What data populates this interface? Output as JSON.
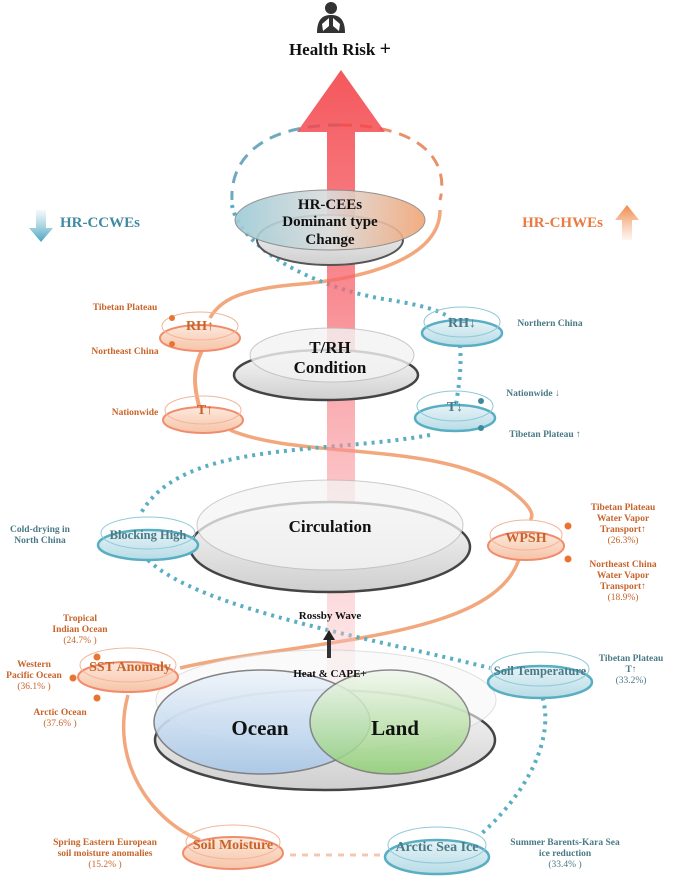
{
  "colors": {
    "warm": "#f0a070",
    "warm_dark": "#e0784a",
    "warm_text": "#c8642a",
    "cool": "#5aaec4",
    "cool_text": "#4a7a86",
    "arrow_red": "#f23a3f",
    "disk_grey": "#d8d8d8"
  },
  "header": {
    "icon": "person-lungs-icon",
    "title": "Health Risk",
    "plus": "+"
  },
  "top_level": {
    "center": [
      "HR-CEEs",
      "Dominant type",
      "Change"
    ],
    "left_label": "HR-CCWEs",
    "left_arrow": "down",
    "right_label": "HR-CHWEs",
    "right_arrow": "up"
  },
  "trh_level": {
    "center": [
      "T/RH",
      "Condition"
    ],
    "warm_nodes": [
      {
        "label": "RH↑",
        "notes": [
          "Tibetan Plateau",
          "Northeast China"
        ]
      },
      {
        "label": "T↑",
        "notes": [
          "Nationwide"
        ]
      }
    ],
    "cool_nodes": [
      {
        "label": "RH↓",
        "notes": [
          "Northern China"
        ]
      },
      {
        "label": "T↓",
        "notes": [
          "Nationwide ↓",
          "Tibetan Plateau ↑"
        ]
      }
    ]
  },
  "circulation_level": {
    "center": "Circulation",
    "cool_node": {
      "label": "Blocking High",
      "note": [
        "Cold-drying in",
        "North China"
      ]
    },
    "warm_node": {
      "label": "WPSH",
      "notes": [
        {
          "lines": [
            "Tibetan Plateau",
            "Water Vapor",
            "Transport↑"
          ],
          "pct": "(26.3%)"
        },
        {
          "lines": [
            "Northeast China",
            "Water Vapor",
            "Transport↑"
          ],
          "pct": "(18.9%)"
        }
      ]
    },
    "rossby": "Rossby Wave"
  },
  "surface_level": {
    "heat": "Heat & CAPE+",
    "ocean": "Ocean",
    "land": "Land",
    "sst": {
      "label": "SST Anomaly",
      "notes": [
        {
          "lines": [
            "Tropical",
            "Indian Ocean"
          ],
          "pct": "(24.7% )"
        },
        {
          "lines": [
            "Western",
            "Pacific Ocean"
          ],
          "pct": "(36.1% )"
        },
        {
          "lines": [
            "Arctic Ocean"
          ],
          "pct": "(37.6% )"
        }
      ]
    },
    "soil_temp": {
      "label": "Soil Temperature",
      "lines": [
        "Tibetan Plateau",
        "T↑"
      ],
      "pct": "(33.2%)"
    },
    "soil_moisture": {
      "label": "Soil Moisture",
      "lines": [
        "Spring Eastern European",
        "soil moisture anomalies"
      ],
      "pct": "(15.2% )"
    },
    "sea_ice": {
      "label": "Arctic Sea Ice",
      "lines": [
        "Summer Barents-Kara Sea",
        "ice reduction"
      ],
      "pct": "(33.4% )"
    }
  }
}
